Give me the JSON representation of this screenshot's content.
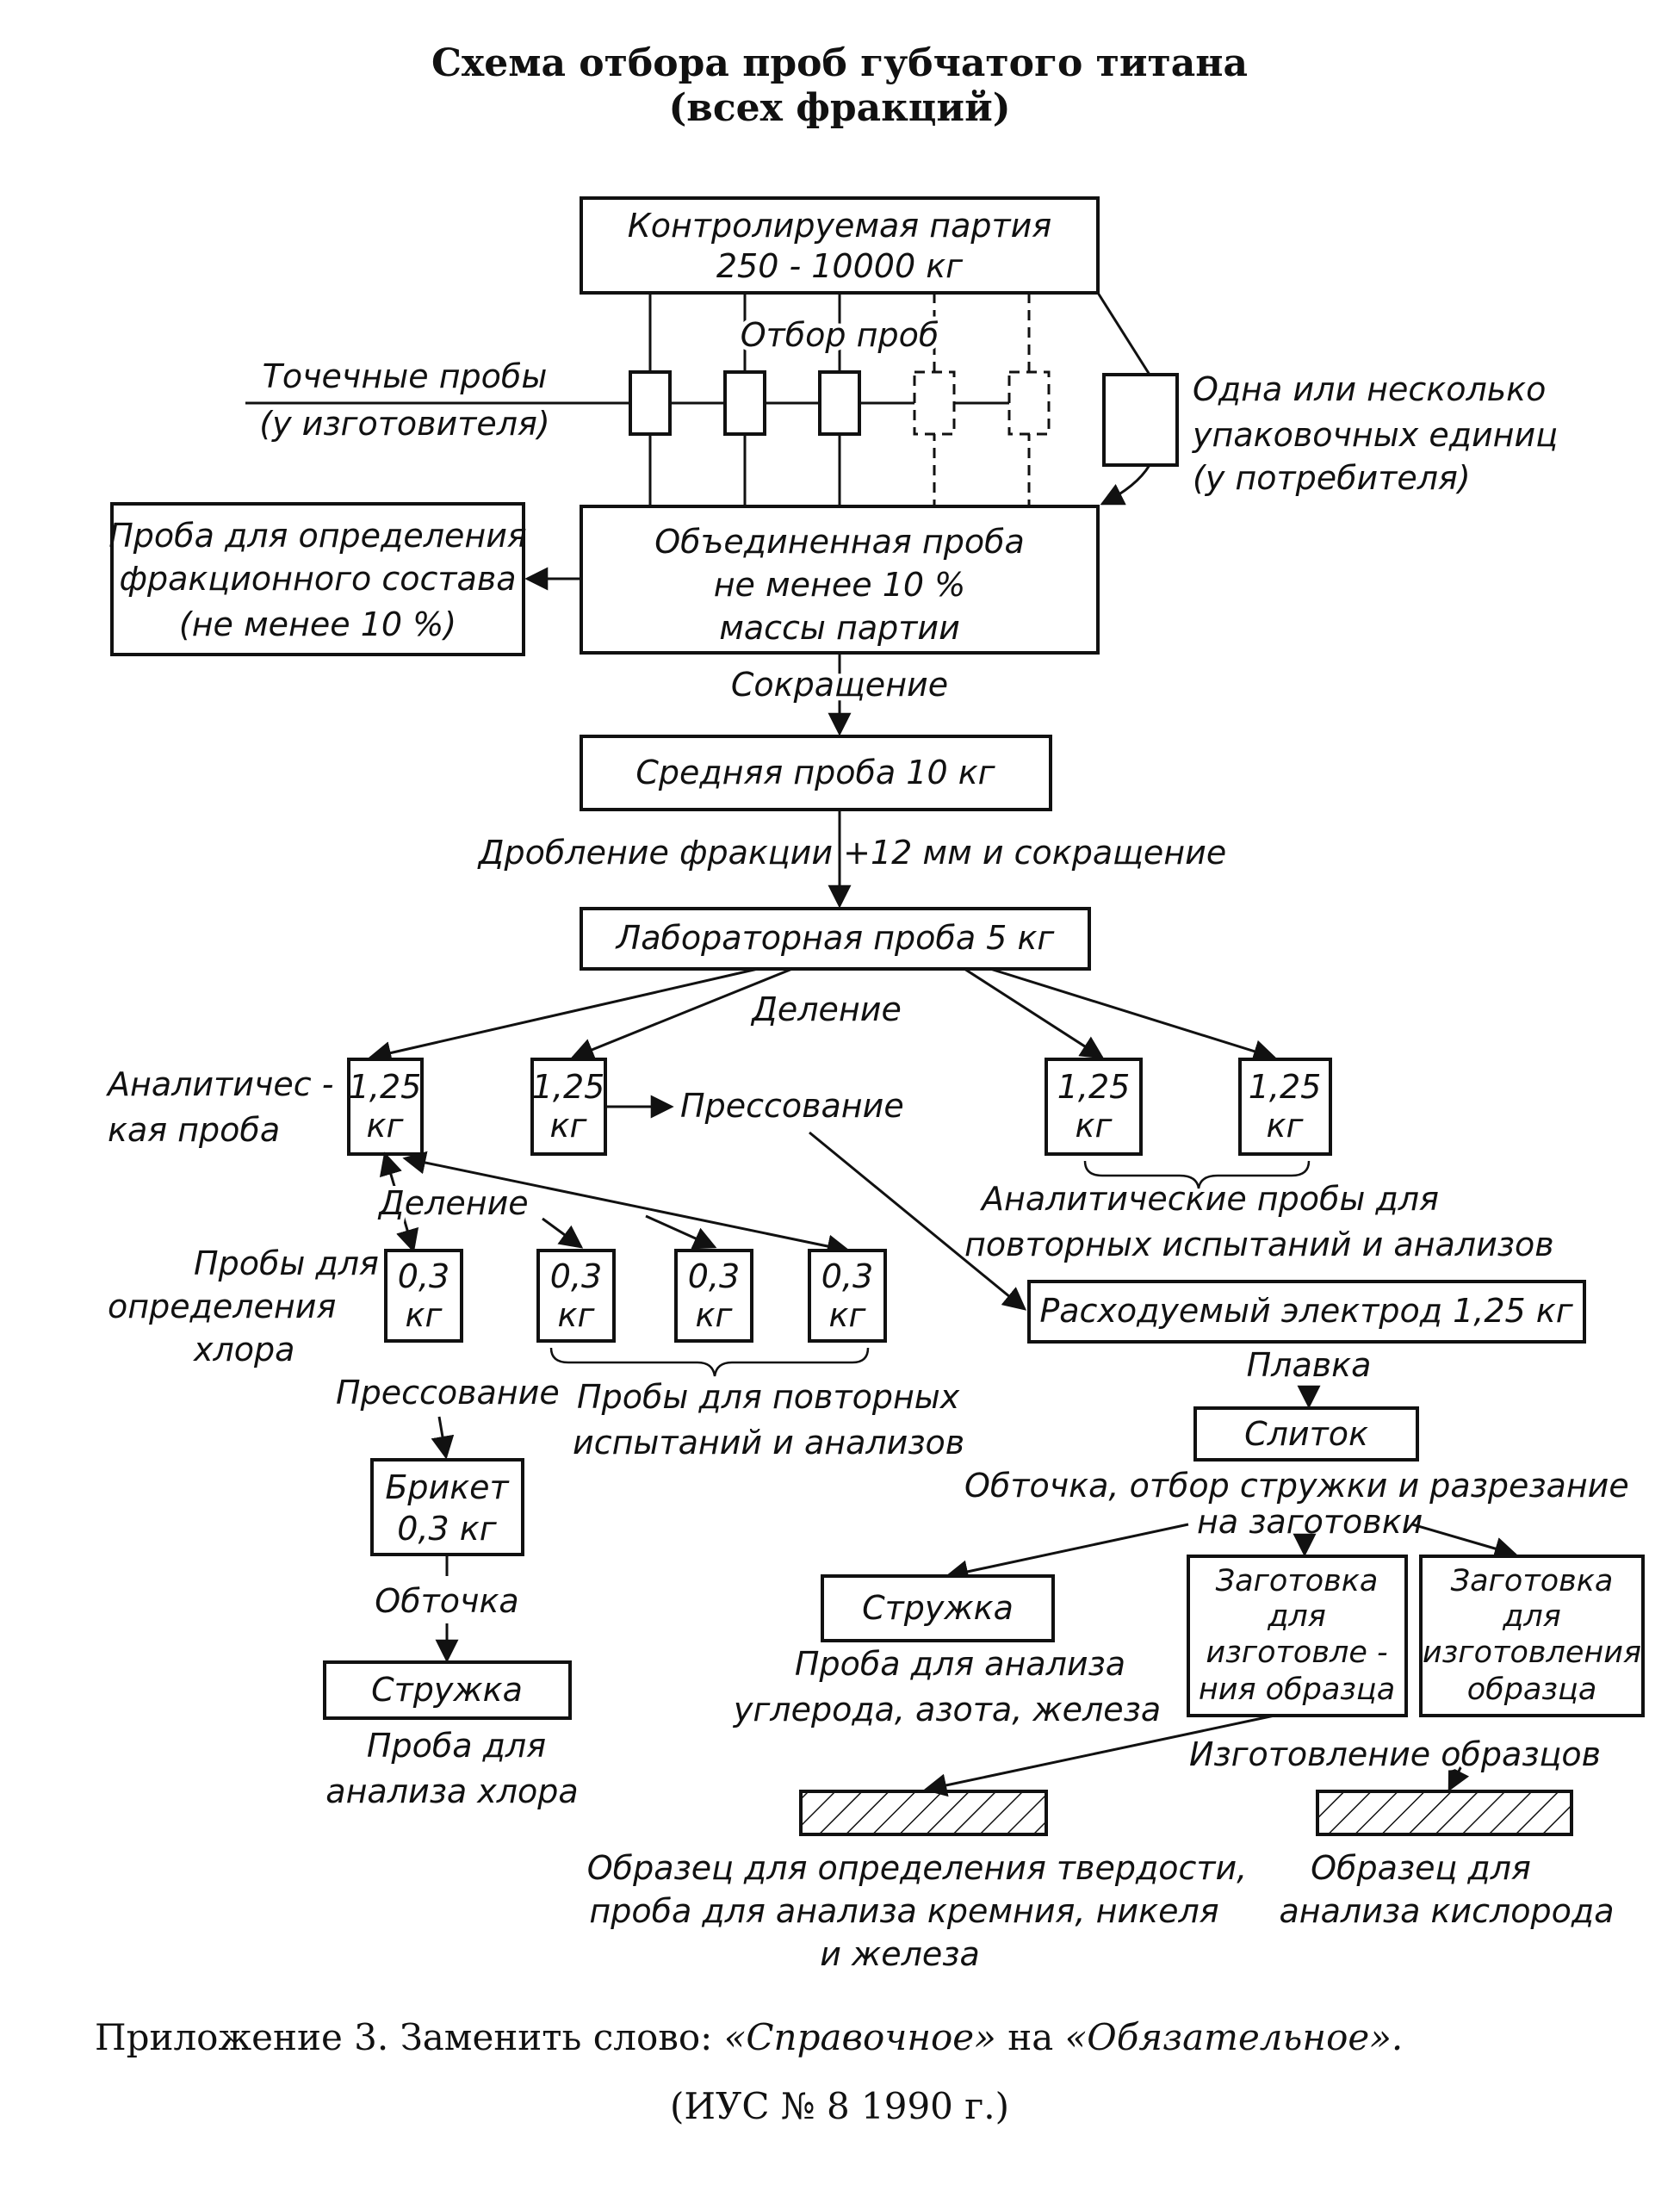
{
  "title": {
    "line1": "Схема отбора проб губчатого титана",
    "line2": "(всех фракций)"
  },
  "nodes": {
    "lot_l1": "Контролируемая партия",
    "lot_l2": "250 - 10000 кг",
    "sampling": "Отбор проб",
    "point_l1": "Точечные пробы",
    "point_l2": "(у изготовителя)",
    "packs_l1": "Одна или несколько",
    "packs_l2": "упаковочных единиц",
    "packs_l3": "(у потребителя)",
    "fraction_l1": "Проба для определения",
    "fraction_l2": "фракционного состава",
    "fraction_l3": "(не менее 10 %)",
    "combined_l1": "Объединенная проба",
    "combined_l2": "не менее 10 %",
    "combined_l3": "массы партии",
    "reduction": "Сокращение",
    "average": "Средняя проба 10 кг",
    "crushing": "Дробление фракции +12 мм и сокращение",
    "lab": "Лабораторная проба 5 кг",
    "division1": "Деление",
    "analytical_l1": "Аналитичес -",
    "analytical_l2": "кая проба",
    "b125_num": "1,25",
    "b125_unit": "кг",
    "pressing1": "Прессование",
    "repeat1_l1": "Аналитические пробы для",
    "repeat1_l2": "повторных испытаний и анализов",
    "division2": "Деление",
    "chlorine_l1": "Пробы для",
    "chlorine_l2": "определения",
    "chlorine_l3": "хлора",
    "b03_num": "0,3",
    "b03_unit": "кг",
    "pressing2": "Прессование",
    "repeat2_l1": "Пробы для повторных",
    "repeat2_l2": "испытаний и анализов",
    "briquette_l1": "Брикет",
    "briquette_l2": "0,3 кг",
    "turning1": "Обточка",
    "chips1": "Стружка",
    "chlorine_analysis_l1": "Проба для",
    "chlorine_analysis_l2": "анализа хлора",
    "electrode": "Расходуемый электрод 1,25 кг",
    "melting": "Плавка",
    "ingot": "Слиток",
    "turning2_l1": "Обточка, отбор стружки и разрезание",
    "turning2_l2": "на заготовки",
    "chips2": "Стружка",
    "cno_l1": "Проба для анализа",
    "cno_l2": "углерода, азота, железа",
    "blank1_l1": "Заготовка",
    "blank1_l2": "для",
    "blank1_l3": "изготовле -",
    "blank1_l4": "ния образца",
    "blank2_l1": "Заготовка",
    "blank2_l2": "для",
    "blank2_l3": "изготовления",
    "blank2_l4": "образца",
    "making": "Изготовление образцов",
    "specimen1_l1": "Образец для определения твердости,",
    "specimen1_l2": "проба для анализа кремния, никеля",
    "specimen1_l3": "и железа",
    "specimen2_l1": "Образец для",
    "specimen2_l2": "анализа кислорода"
  },
  "footer": {
    "line1_a": "Приложение 3. Заменить слово: ",
    "line1_b": "«Справочное»",
    "line1_c": " на ",
    "line1_d": "«Обязательное».",
    "line2": "(ИУС № 8 1990 г.)"
  }
}
